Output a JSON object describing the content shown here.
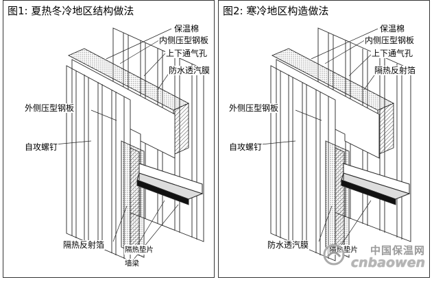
{
  "panels": [
    {
      "title": "图1: 夏热冬冷地区结构做法",
      "labels": {
        "insulation": "保温棉",
        "inner_sheet": "内侧压型钢板",
        "vent": "上下通气孔",
        "membrane": "防水透汽膜",
        "outer_sheet": "外侧压型钢板",
        "screw": "自攻螺钉",
        "bottom_left": "隔热反射箔",
        "pad": "隔热垫片",
        "beam": "墙梁"
      }
    },
    {
      "title": "图2: 寒冷地区构造做法",
      "labels": {
        "insulation": "保温棉",
        "inner_sheet": "内侧压型钢板",
        "vent": "上下通气孔",
        "membrane": "隔热反射箔",
        "outer_sheet": "外侧压型钢板",
        "screw": "自攻螺钉",
        "bottom_left": "防水透汽膜",
        "pad": "隔热垫片"
      }
    }
  ],
  "watermark": {
    "line1": "中国保温网",
    "line2": "cnbaowen"
  }
}
